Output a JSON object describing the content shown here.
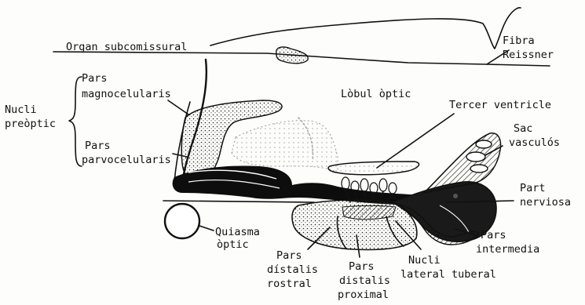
{
  "labels": {
    "organ_subcomissural": "Organ subcomissural",
    "fibra_1": "Fibra",
    "fibra_2": "Reissner",
    "pars_magno_1": "Pars",
    "pars_magno_2": "magnocelularis",
    "nucli_preoptic_1": "Nucli",
    "nucli_preoptic_2": "preòptic",
    "pars_parvo_1": "Pars",
    "pars_parvo_2": "parvocelularis",
    "lobul_optic": "Lòbul òptic",
    "tercer_ventricle": "Tercer ventricle",
    "sac_vasculos_1": "Sac",
    "sac_vasculos_2": "vasculós",
    "part_nerviosa_1": "Part",
    "part_nerviosa_2": "nerviosa",
    "quiasma_1": "Quiasma",
    "quiasma_2": "òptic",
    "pars_intermedia_1": "Pars",
    "pars_intermedia_2": "intermedia",
    "pars_distalis_rostral_1": "Pars",
    "pars_distalis_rostral_2": "dístalis",
    "pars_distalis_rostral_3": "rostral",
    "pars_distalis_proximal_1": "Pars",
    "pars_distalis_proximal_2": "distalis",
    "pars_distalis_proximal_3": "proximal",
    "nucli_lateral_1": "Nucli",
    "nucli_lateral_2": "lateral tuberal"
  }
}
